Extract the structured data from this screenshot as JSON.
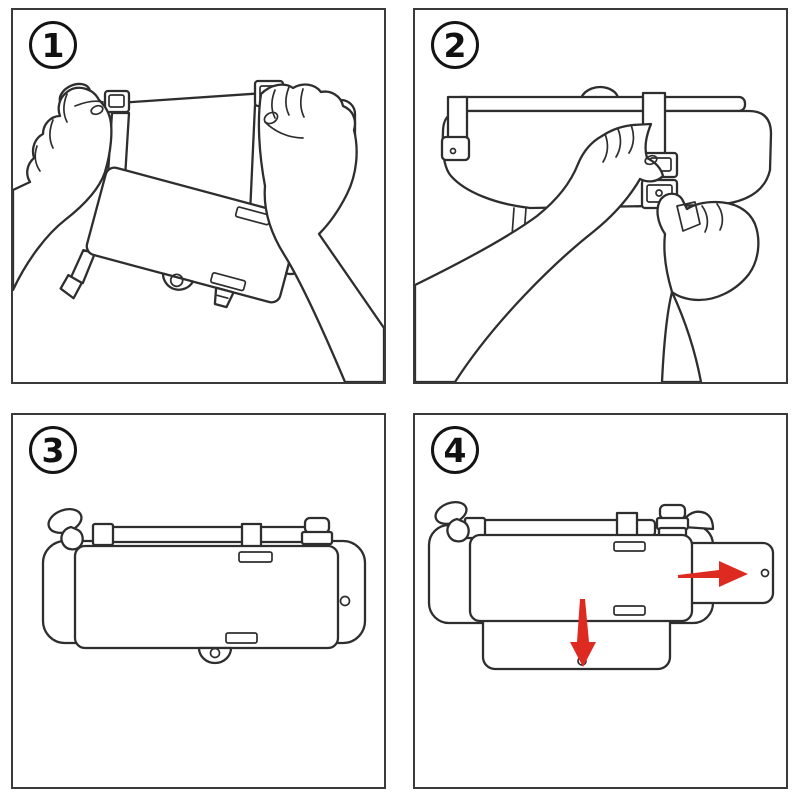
{
  "colors": {
    "background": "#ffffff",
    "line": "#2e2e2e",
    "panel_border": "#3a3a3a",
    "arrow": "#de2b22"
  },
  "steps": [
    {
      "number": "1",
      "graphic": "hands-stretching-elastic-straps-with-hanging-organizer"
    },
    {
      "number": "2",
      "graphic": "hands-fastening-strap-buckle-around-sun-visor"
    },
    {
      "number": "3",
      "graphic": "organizer-mounted-on-sun-visor"
    },
    {
      "number": "4",
      "graphic": "extender-panels-sliding-out",
      "arrows": [
        "right",
        "down"
      ]
    }
  ]
}
